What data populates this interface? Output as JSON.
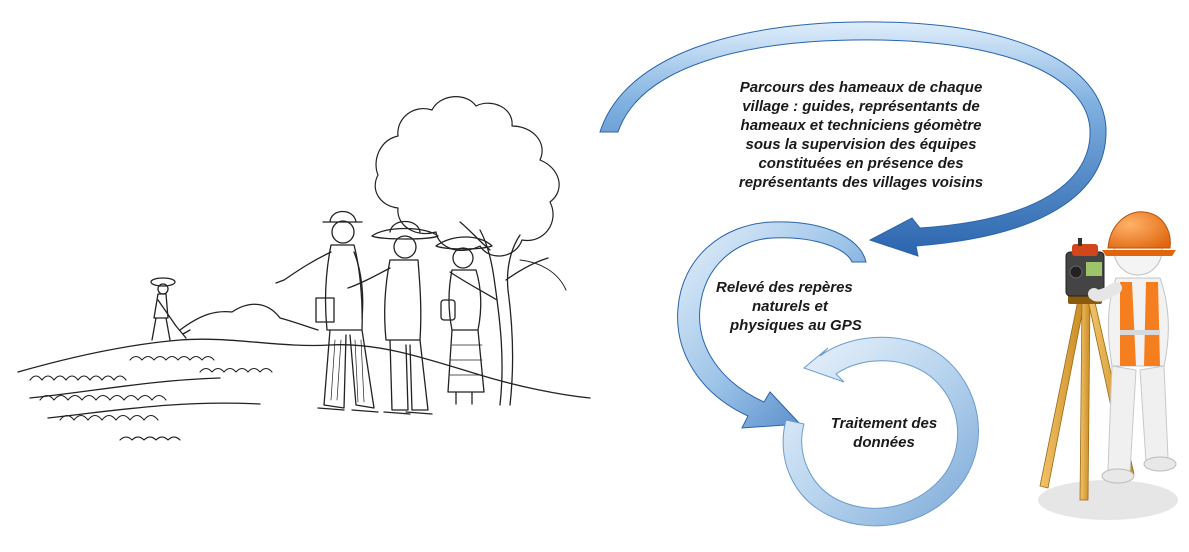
{
  "steps": [
    {
      "lines": [
        "Parcours des hameaux de chaque",
        "village : guides, représentants de",
        "hameaux et techniciens géomètre",
        "sous la supervision des équipes",
        "constituées en présence des",
        "représentants des villages voisins"
      ]
    },
    {
      "lines": [
        "Relevé des repères",
        "naturels et",
        "physiques au GPS"
      ]
    },
    {
      "lines": [
        "Traitement des",
        "données"
      ]
    }
  ],
  "colors": {
    "arrow_dark": "#2f6db3",
    "arrow_light": "#a9cbe8",
    "helmet": "#f07a1a",
    "tripod": "#e2a43a"
  },
  "icons": [
    "farmer-scene-illustration",
    "surveyor-3d-figure"
  ]
}
